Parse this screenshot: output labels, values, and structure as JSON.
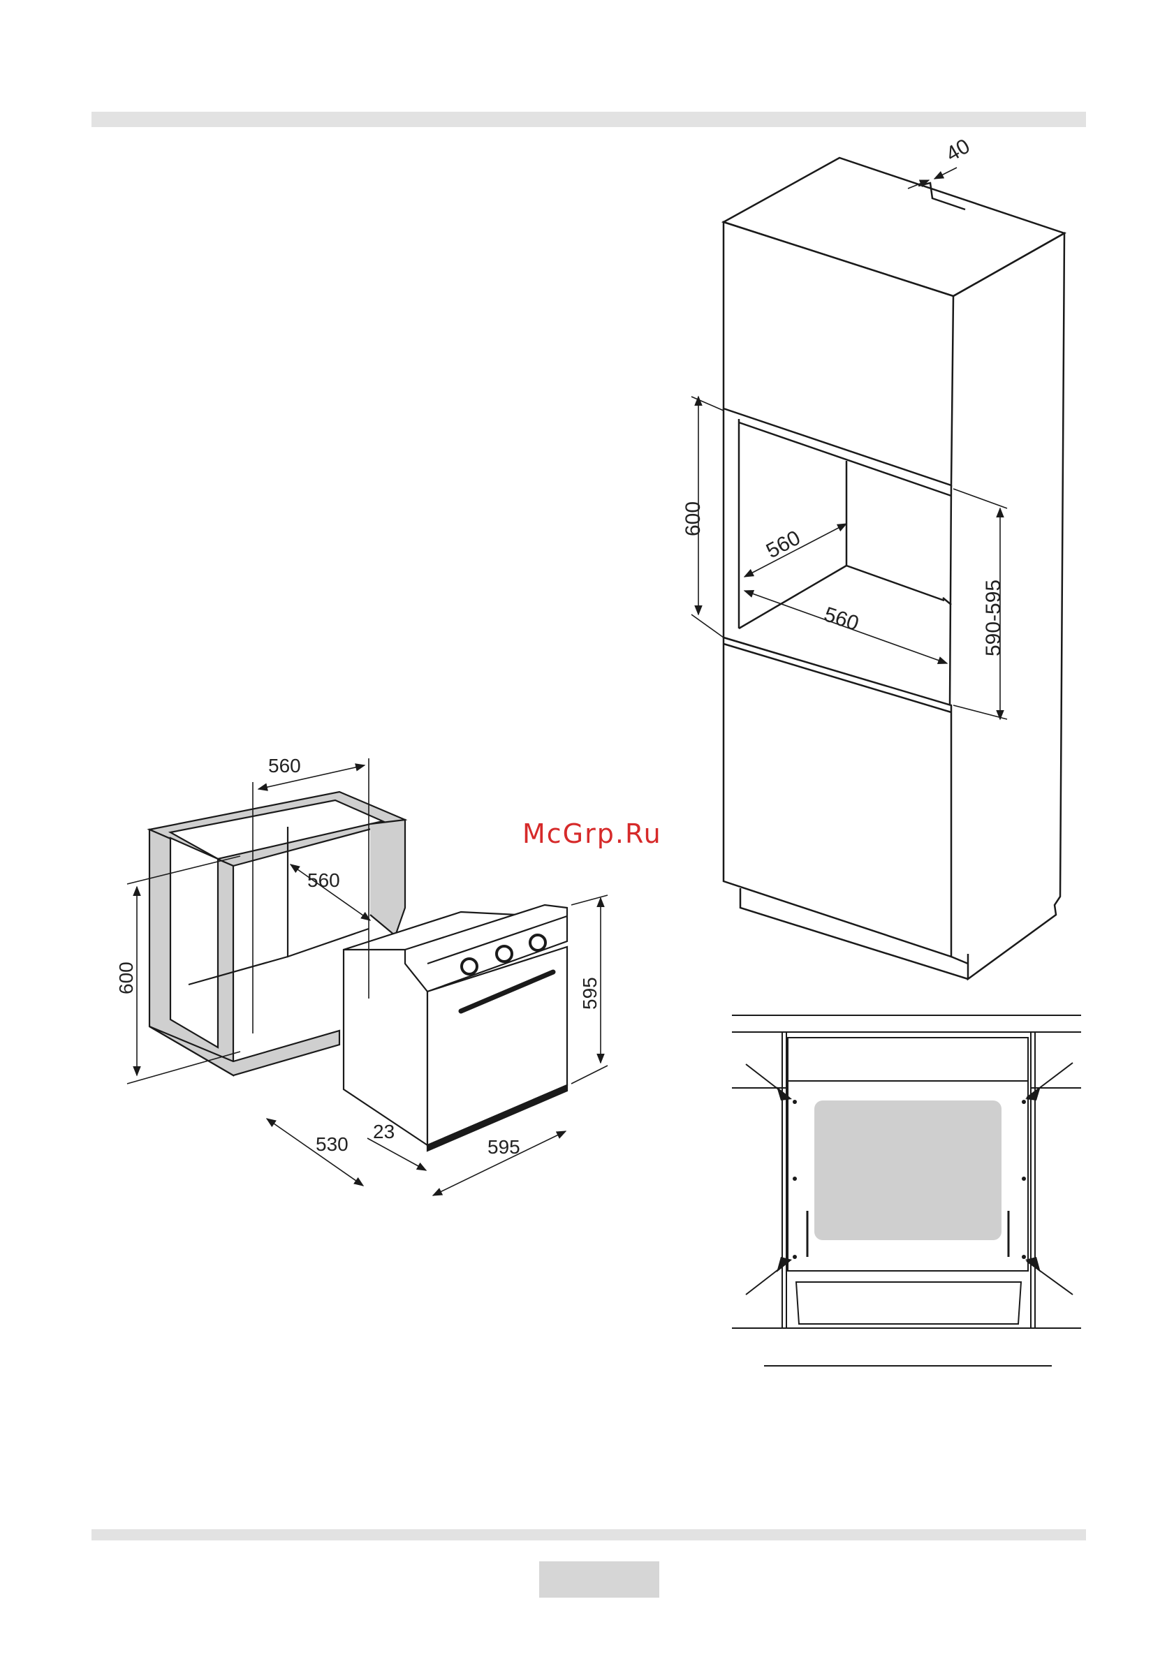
{
  "watermark": "McGrp.Ru",
  "tall_cabinet": {
    "dim_top": "40",
    "dim_height": "600",
    "dim_depth": "560",
    "dim_width": "560",
    "dim_opening": "590-595"
  },
  "niche_install": {
    "dim_niche_width": "560",
    "dim_niche_depth": "560",
    "dim_niche_height": "600",
    "dim_oven_height": "595",
    "dim_oven_depth": "530",
    "dim_front": "23",
    "dim_oven_width": "595"
  },
  "colors": {
    "line": "#1a1a1a",
    "gray_fill": "#cfcfcf",
    "watermark": "#d62a2a"
  }
}
